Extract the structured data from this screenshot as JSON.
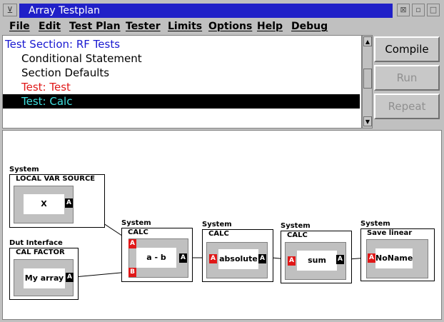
{
  "window": {
    "title": "Array Testplan"
  },
  "menu": [
    "File",
    "Edit",
    "Test Plan",
    "Tester",
    "Limits",
    "Options",
    "Help",
    "Debug"
  ],
  "test_list": {
    "items": [
      {
        "label": "Test Section: RF Tests",
        "color": "#1818d0"
      },
      {
        "label": "Conditional Statement",
        "color": "#000000"
      },
      {
        "label": "Section Defaults",
        "color": "#000000"
      },
      {
        "label": "Test: Test",
        "color": "#e01818"
      },
      {
        "label": "Test: Calc",
        "color": "#40e0e0",
        "selected": true
      }
    ]
  },
  "buttons": {
    "compile": "Compile",
    "run": "Run",
    "repeat": "Repeat"
  },
  "blocks": {
    "local_var": {
      "group": "System",
      "type": "LOCAL VAR SOURCE",
      "value": "X",
      "out_port": "A"
    },
    "cal_factor": {
      "group": "Dut Interface",
      "type": "CAL FACTOR",
      "value": "My array",
      "out_port": "A"
    },
    "calc1": {
      "group": "System",
      "type": "CALC",
      "value": "a - b",
      "in_ports": [
        "A",
        "B"
      ],
      "out_port": "A"
    },
    "calc2": {
      "group": "System",
      "type": "CALC",
      "value": "absolute",
      "in_port": "A",
      "out_port": "A"
    },
    "calc3": {
      "group": "System",
      "type": "CALC",
      "value": "sum",
      "in_port": "A",
      "out_port": "A"
    },
    "save": {
      "group": "System",
      "type": "Save linear",
      "value": "NoName",
      "in_port": "A"
    }
  }
}
